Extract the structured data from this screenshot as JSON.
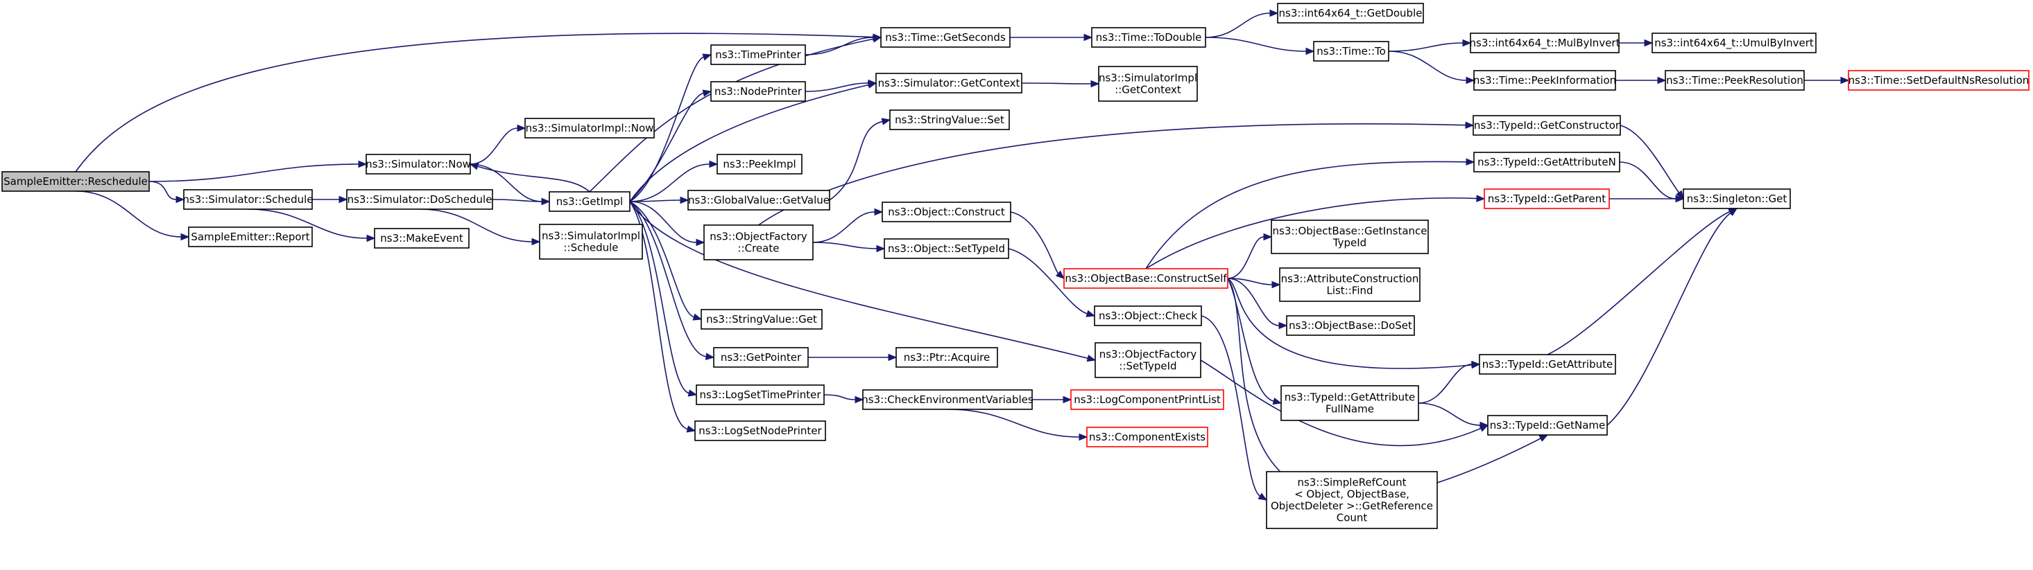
{
  "diagram": {
    "root": "SampleEmitter::Reschedule",
    "colors": {
      "edge": "#191970",
      "node_border": "#000000",
      "truncated_border": "#ff0000",
      "root_fill": "#bfbfbf",
      "node_fill": "#ffffff"
    },
    "nodes": [
      {
        "id": "reschedule",
        "lines": [
          "SampleEmitter::Reschedule"
        ],
        "kind": "root"
      },
      {
        "id": "sim-schedule",
        "lines": [
          "ns3::Simulator::Schedule"
        ]
      },
      {
        "id": "report",
        "lines": [
          "SampleEmitter::Report"
        ]
      },
      {
        "id": "sim-now",
        "lines": [
          "ns3::Simulator::Now"
        ]
      },
      {
        "id": "simimpl-now",
        "lines": [
          "ns3::SimulatorImpl::Now"
        ]
      },
      {
        "id": "sim-doschedule",
        "lines": [
          "ns3::Simulator::DoSchedule"
        ]
      },
      {
        "id": "makeevent",
        "lines": [
          "ns3::MakeEvent"
        ]
      },
      {
        "id": "getimpl",
        "lines": [
          "ns3::GetImpl"
        ]
      },
      {
        "id": "simimpl-schedule",
        "lines": [
          "ns3::SimulatorImpl",
          "::Schedule"
        ]
      },
      {
        "id": "timeprinter",
        "lines": [
          "ns3::TimePrinter"
        ]
      },
      {
        "id": "nodeprinter",
        "lines": [
          "ns3::NodePrinter"
        ]
      },
      {
        "id": "peekimpl",
        "lines": [
          "ns3::PeekImpl"
        ]
      },
      {
        "id": "globalvalue-getvalue",
        "lines": [
          "ns3::GlobalValue::GetValue"
        ]
      },
      {
        "id": "objectfactory-create",
        "lines": [
          "ns3::ObjectFactory",
          "::Create"
        ]
      },
      {
        "id": "stringvalue-get",
        "lines": [
          "ns3::StringValue::Get"
        ]
      },
      {
        "id": "getpointer",
        "lines": [
          "ns3::GetPointer"
        ]
      },
      {
        "id": "logsettimeprinter",
        "lines": [
          "ns3::LogSetTimePrinter"
        ]
      },
      {
        "id": "logsetnodeprinter",
        "lines": [
          "ns3::LogSetNodePrinter"
        ]
      },
      {
        "id": "time-getseconds",
        "lines": [
          "ns3::Time::GetSeconds"
        ]
      },
      {
        "id": "sim-getcontext",
        "lines": [
          "ns3::Simulator::GetContext"
        ]
      },
      {
        "id": "stringvalue-set",
        "lines": [
          "ns3::StringValue::Set"
        ]
      },
      {
        "id": "object-construct",
        "lines": [
          "ns3::Object::Construct"
        ]
      },
      {
        "id": "object-settypeid",
        "lines": [
          "ns3::Object::SetTypeId"
        ]
      },
      {
        "id": "ptr-acquire",
        "lines": [
          "ns3::Ptr::Acquire"
        ]
      },
      {
        "id": "checkenvvars",
        "lines": [
          "ns3::CheckEnvironmentVariables"
        ]
      },
      {
        "id": "time-todouble",
        "lines": [
          "ns3::Time::ToDouble"
        ]
      },
      {
        "id": "simimpl-getcontext",
        "lines": [
          "ns3::SimulatorImpl",
          "::GetContext"
        ]
      },
      {
        "id": "objectbase-constructself",
        "lines": [
          "ns3::ObjectBase::ConstructSelf"
        ],
        "kind": "truncated"
      },
      {
        "id": "object-check",
        "lines": [
          "ns3::Object::Check"
        ]
      },
      {
        "id": "objectfactory-settypeid",
        "lines": [
          "ns3::ObjectFactory",
          "::SetTypeId"
        ]
      },
      {
        "id": "logcomponentprintlist",
        "lines": [
          "ns3::LogComponentPrintList"
        ],
        "kind": "truncated"
      },
      {
        "id": "componentexists",
        "lines": [
          "ns3::ComponentExists"
        ],
        "kind": "truncated"
      },
      {
        "id": "int64-getdouble",
        "lines": [
          "ns3::int64x64_t::GetDouble"
        ]
      },
      {
        "id": "time-to",
        "lines": [
          "ns3::Time::To"
        ]
      },
      {
        "id": "objectbase-getinstancetypeid",
        "lines": [
          "ns3::ObjectBase::GetInstance",
          "TypeId"
        ]
      },
      {
        "id": "attrconstructionlist-find",
        "lines": [
          "ns3::AttributeConstruction",
          "List::Find"
        ]
      },
      {
        "id": "objectbase-doset",
        "lines": [
          "ns3::ObjectBase::DoSet"
        ]
      },
      {
        "id": "typeid-getattributefullname",
        "lines": [
          "ns3::TypeId::GetAttribute",
          "FullName"
        ]
      },
      {
        "id": "simplerefcount",
        "lines": [
          "ns3::SimpleRefCount",
          "< Object, ObjectBase,",
          "ObjectDeleter >::GetReference",
          "Count"
        ]
      },
      {
        "id": "int64-mulbyinvert",
        "lines": [
          "ns3::int64x64_t::MulByInvert"
        ]
      },
      {
        "id": "time-peekinformation",
        "lines": [
          "ns3::Time::PeekInformation"
        ]
      },
      {
        "id": "typeid-getconstructor",
        "lines": [
          "ns3::TypeId::GetConstructor"
        ]
      },
      {
        "id": "typeid-getattributen",
        "lines": [
          "ns3::TypeId::GetAttributeN"
        ]
      },
      {
        "id": "typeid-getparent",
        "lines": [
          "ns3::TypeId::GetParent"
        ],
        "kind": "truncated"
      },
      {
        "id": "typeid-getattribute",
        "lines": [
          "ns3::TypeId::GetAttribute"
        ]
      },
      {
        "id": "typeid-getname",
        "lines": [
          "ns3::TypeId::GetName"
        ]
      },
      {
        "id": "int64-umulbyinvert",
        "lines": [
          "ns3::int64x64_t::UmulByInvert"
        ]
      },
      {
        "id": "time-peekresolution",
        "lines": [
          "ns3::Time::PeekResolution"
        ]
      },
      {
        "id": "singleton-get",
        "lines": [
          "ns3::Singleton::Get"
        ]
      },
      {
        "id": "time-setdefaultnsresolution",
        "lines": [
          "ns3::Time::SetDefaultNsResolution"
        ],
        "kind": "truncated"
      }
    ],
    "edges": [
      [
        "reschedule",
        "time-getseconds"
      ],
      [
        "reschedule",
        "sim-now"
      ],
      [
        "reschedule",
        "sim-schedule"
      ],
      [
        "reschedule",
        "report"
      ],
      [
        "sim-now",
        "simimpl-now"
      ],
      [
        "sim-now",
        "getimpl"
      ],
      [
        "sim-schedule",
        "sim-doschedule"
      ],
      [
        "sim-schedule",
        "makeevent"
      ],
      [
        "sim-doschedule",
        "getimpl"
      ],
      [
        "sim-doschedule",
        "simimpl-schedule"
      ],
      [
        "getimpl",
        "sim-now"
      ],
      [
        "getimpl",
        "time-getseconds"
      ],
      [
        "getimpl",
        "timeprinter"
      ],
      [
        "getimpl",
        "nodeprinter"
      ],
      [
        "getimpl",
        "sim-getcontext"
      ],
      [
        "getimpl",
        "peekimpl"
      ],
      [
        "getimpl",
        "globalvalue-getvalue"
      ],
      [
        "getimpl",
        "objectfactory-create"
      ],
      [
        "getimpl",
        "stringvalue-get"
      ],
      [
        "getimpl",
        "getpointer"
      ],
      [
        "getimpl",
        "logsettimeprinter"
      ],
      [
        "getimpl",
        "logsetnodeprinter"
      ],
      [
        "getimpl",
        "objectfactory-settypeid"
      ],
      [
        "timeprinter",
        "time-getseconds"
      ],
      [
        "nodeprinter",
        "sim-getcontext"
      ],
      [
        "globalvalue-getvalue",
        "stringvalue-set"
      ],
      [
        "objectfactory-create",
        "typeid-getconstructor"
      ],
      [
        "objectfactory-create",
        "object-construct"
      ],
      [
        "objectfactory-create",
        "object-settypeid"
      ],
      [
        "getpointer",
        "ptr-acquire"
      ],
      [
        "logsettimeprinter",
        "checkenvvars"
      ],
      [
        "time-getseconds",
        "time-todouble"
      ],
      [
        "sim-getcontext",
        "simimpl-getcontext"
      ],
      [
        "object-construct",
        "objectbase-constructself"
      ],
      [
        "object-settypeid",
        "object-check"
      ],
      [
        "checkenvvars",
        "logcomponentprintlist"
      ],
      [
        "checkenvvars",
        "componentexists"
      ],
      [
        "time-todouble",
        "int64-getdouble"
      ],
      [
        "time-todouble",
        "time-to"
      ],
      [
        "objectbase-constructself",
        "typeid-getattributen"
      ],
      [
        "objectbase-constructself",
        "typeid-getparent"
      ],
      [
        "objectbase-constructself",
        "objectbase-getinstancetypeid"
      ],
      [
        "objectbase-constructself",
        "attrconstructionlist-find"
      ],
      [
        "objectbase-constructself",
        "objectbase-doset"
      ],
      [
        "objectbase-constructself",
        "typeid-getattribute"
      ],
      [
        "objectbase-constructself",
        "typeid-getattributefullname"
      ],
      [
        "objectbase-constructself",
        "typeid-getname"
      ],
      [
        "object-check",
        "simplerefcount"
      ],
      [
        "objectfactory-settypeid",
        "typeid-getname"
      ],
      [
        "time-to",
        "int64-mulbyinvert"
      ],
      [
        "time-to",
        "time-peekinformation"
      ],
      [
        "int64-mulbyinvert",
        "int64-umulbyinvert"
      ],
      [
        "time-peekinformation",
        "time-peekresolution"
      ],
      [
        "time-peekresolution",
        "time-setdefaultnsresolution"
      ],
      [
        "typeid-getattributefullname",
        "typeid-getattribute"
      ],
      [
        "typeid-getattributefullname",
        "typeid-getname"
      ],
      [
        "typeid-getconstructor",
        "singleton-get"
      ],
      [
        "typeid-getattributen",
        "singleton-get"
      ],
      [
        "typeid-getparent",
        "singleton-get"
      ],
      [
        "typeid-getattribute",
        "singleton-get"
      ],
      [
        "typeid-getname",
        "singleton-get"
      ]
    ]
  }
}
